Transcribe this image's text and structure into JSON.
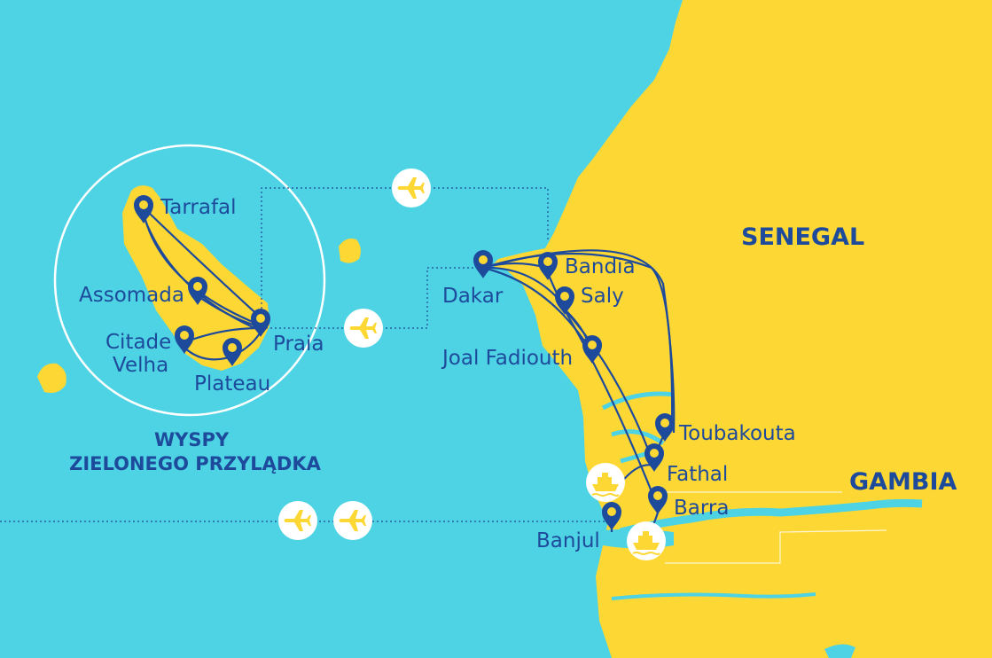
{
  "colors": {
    "sea": "#4dd3e3",
    "land": "#fdd835",
    "route": "#1e4a9c",
    "marker": "#1e4a9c",
    "label": "#1e4a9c",
    "badge_bg": "#ffffff",
    "badge_icon": "#fdd835",
    "circle": "#ffffff"
  },
  "countries": {
    "senegal": "SENEGAL",
    "gambia": "GAMBIA"
  },
  "region": {
    "line1": "WYSPY",
    "line2": "ZIELONEGO PRZYLĄDKA"
  },
  "cities": {
    "tarrafal": "Tarrafal",
    "assomada": "Assomada",
    "citade_velha_1": "Citade",
    "citade_velha_2": "Velha",
    "plateau": "Plateau",
    "praia": "Praia",
    "dakar": "Dakar",
    "bandia": "Bandia",
    "saly": "Saly",
    "joal_fadiouth": "Joal Fadiouth",
    "toubakouta": "Toubakouta",
    "fathal": "Fathal",
    "barra": "Barra",
    "banjul": "Banjul"
  },
  "icons": {
    "flight": "airplane-icon",
    "ferry": "ferry-icon",
    "marker": "map-pin-icon"
  }
}
